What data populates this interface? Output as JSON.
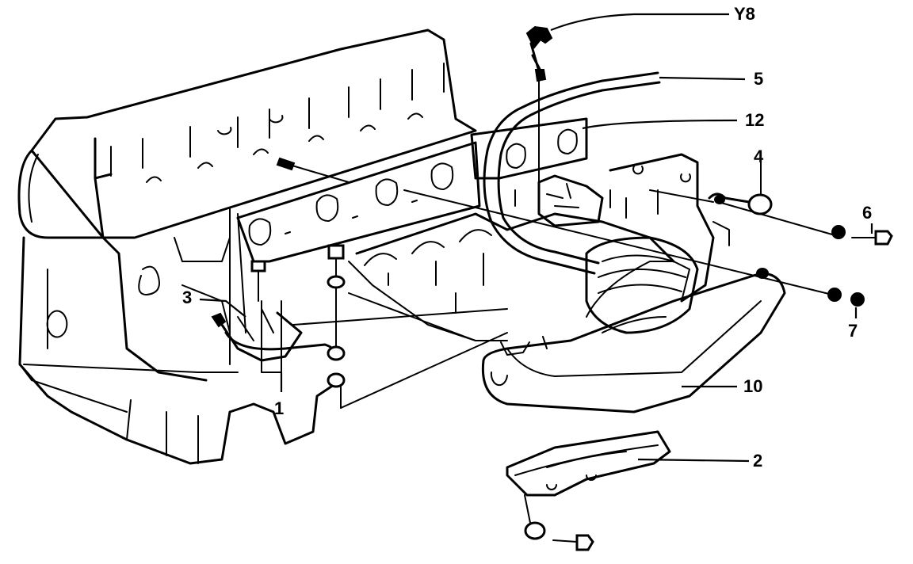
{
  "callouts": {
    "y8": "Y8",
    "c5": "5",
    "c12": "12",
    "c4": "4",
    "c6": "6",
    "c3": "3",
    "c7": "7",
    "c10": "10",
    "c1": "1",
    "c2": "2"
  }
}
